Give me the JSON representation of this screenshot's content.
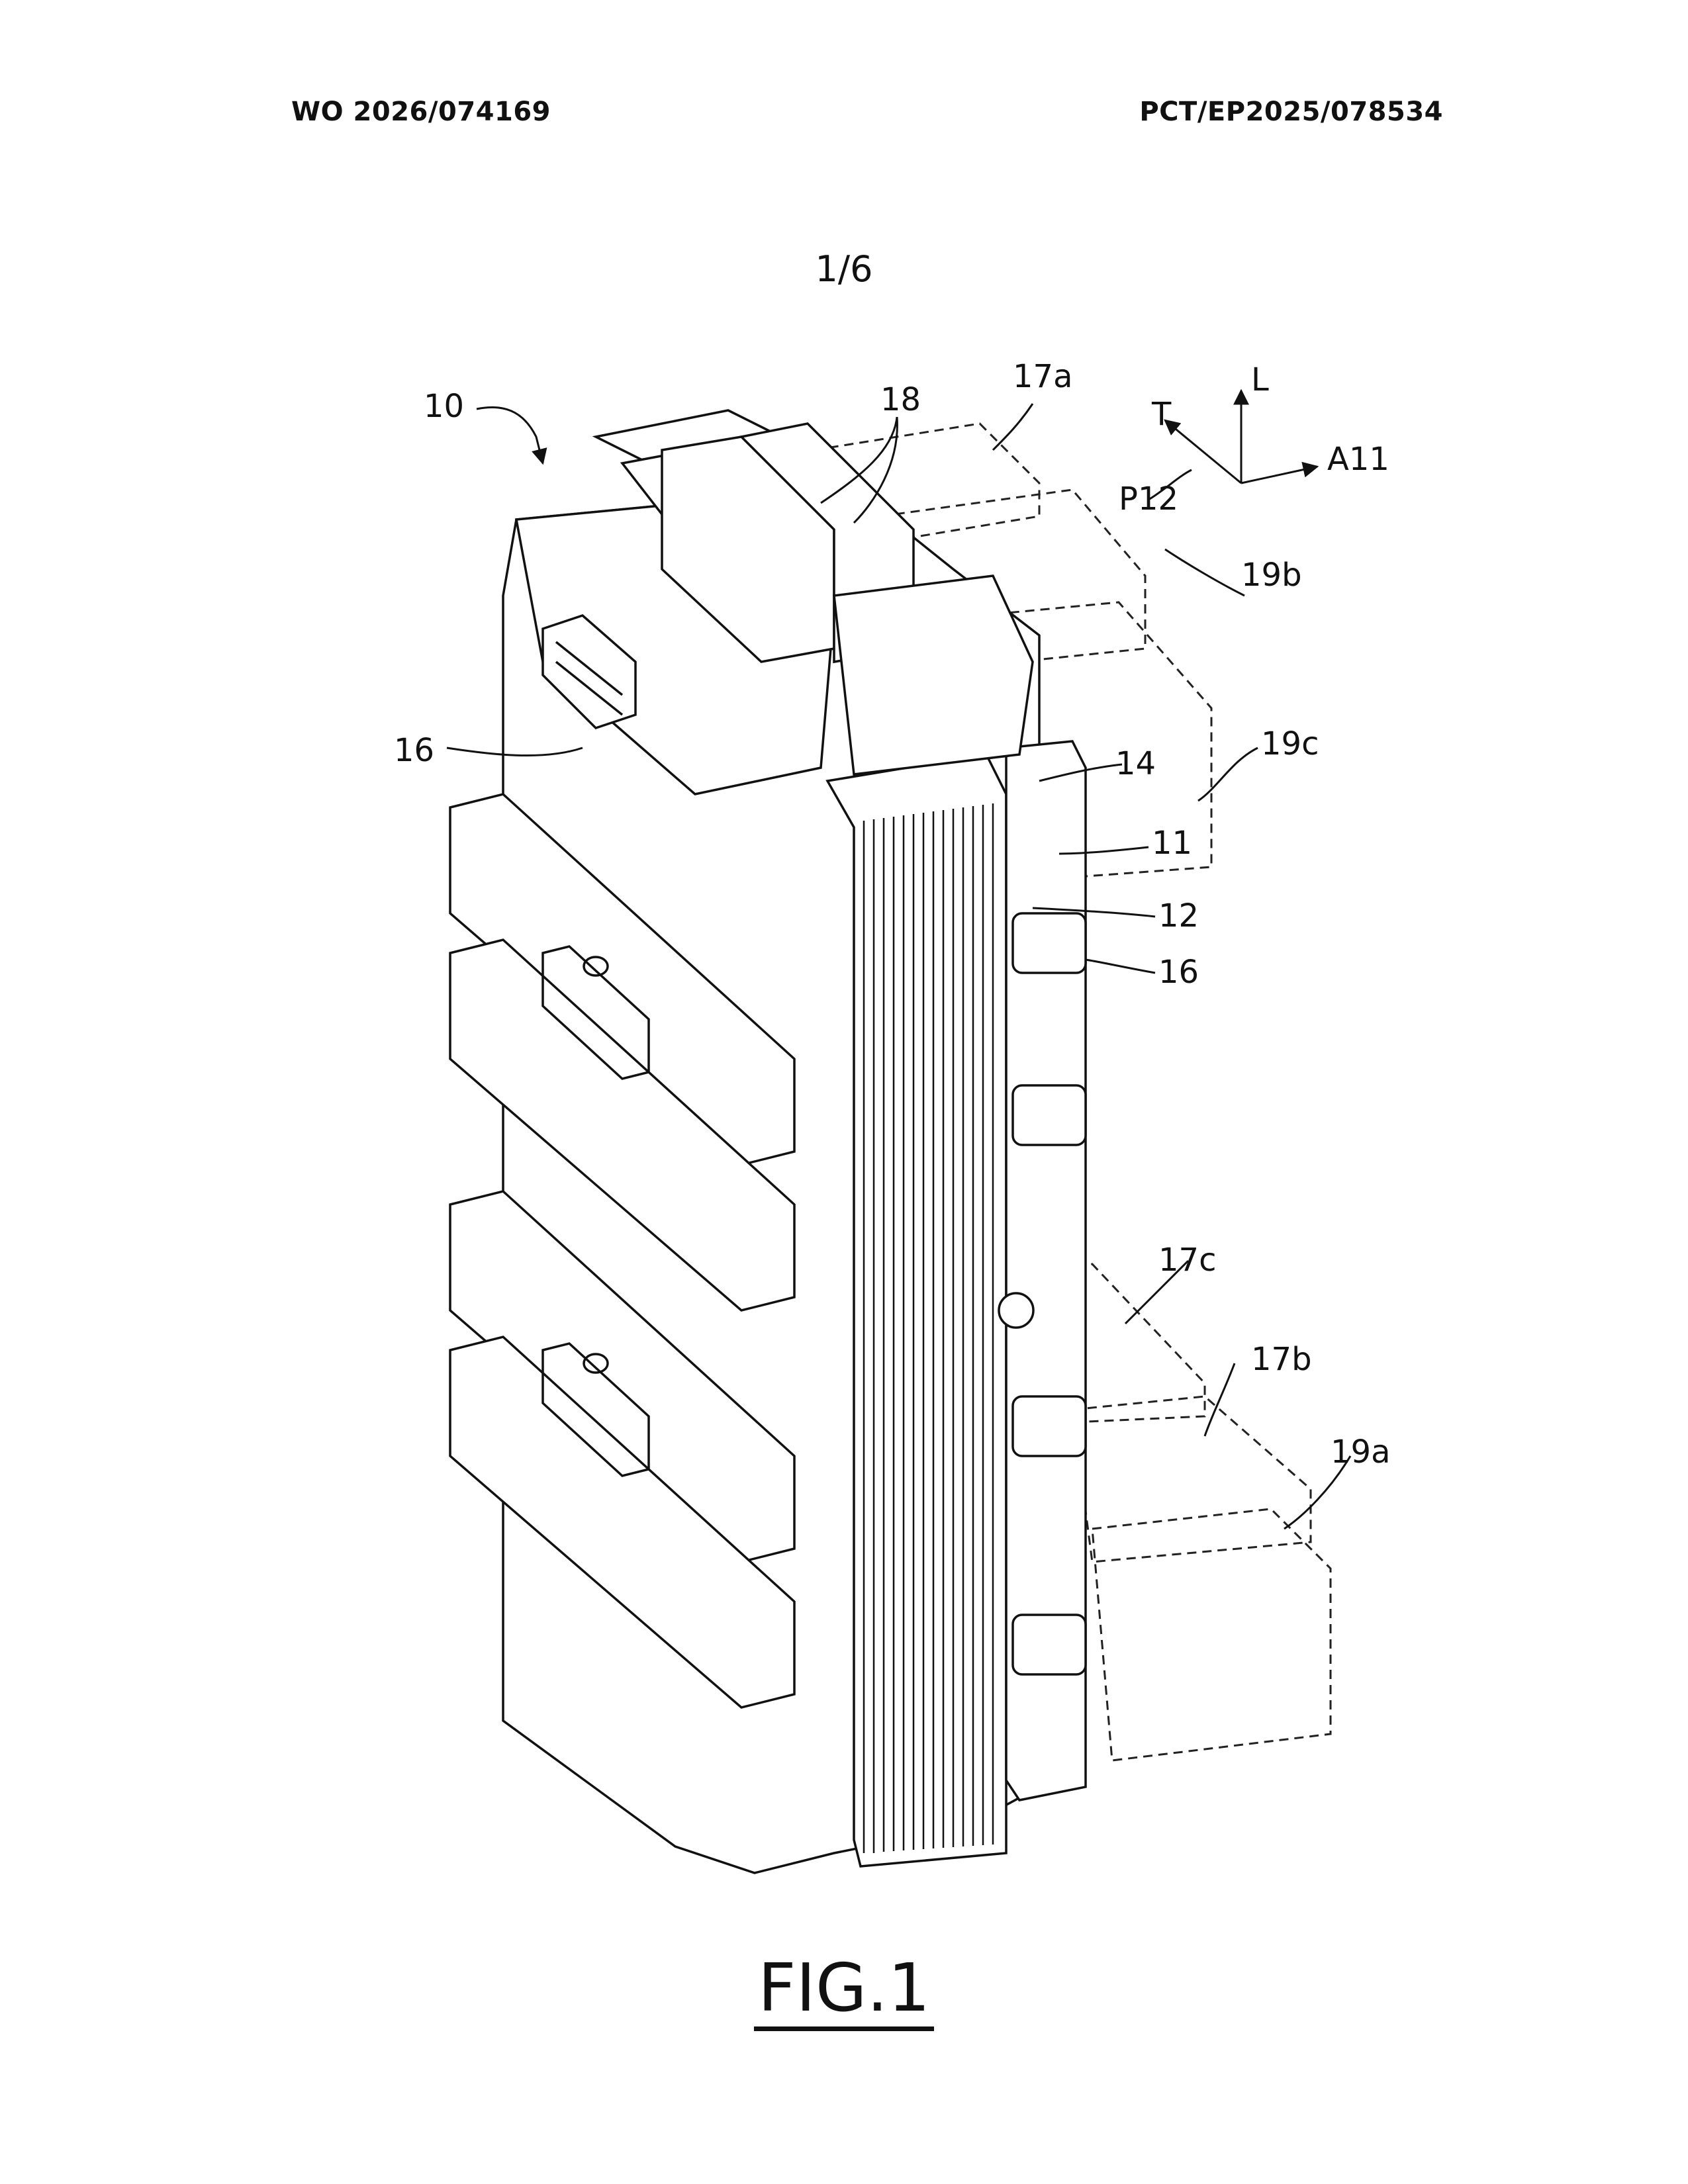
{
  "header": {
    "publication_number": "WO 2026/074169",
    "application_number": "PCT/EP2025/078534"
  },
  "sheet_number": "1/6",
  "figure": {
    "caption": "FIG.1",
    "axes": [
      "L",
      "T",
      "A11",
      "P12"
    ],
    "reference_numerals": [
      "10",
      "18",
      "17a",
      "19b",
      "16",
      "14",
      "19c",
      "11",
      "12",
      "16",
      "17c",
      "17b",
      "19a"
    ]
  }
}
